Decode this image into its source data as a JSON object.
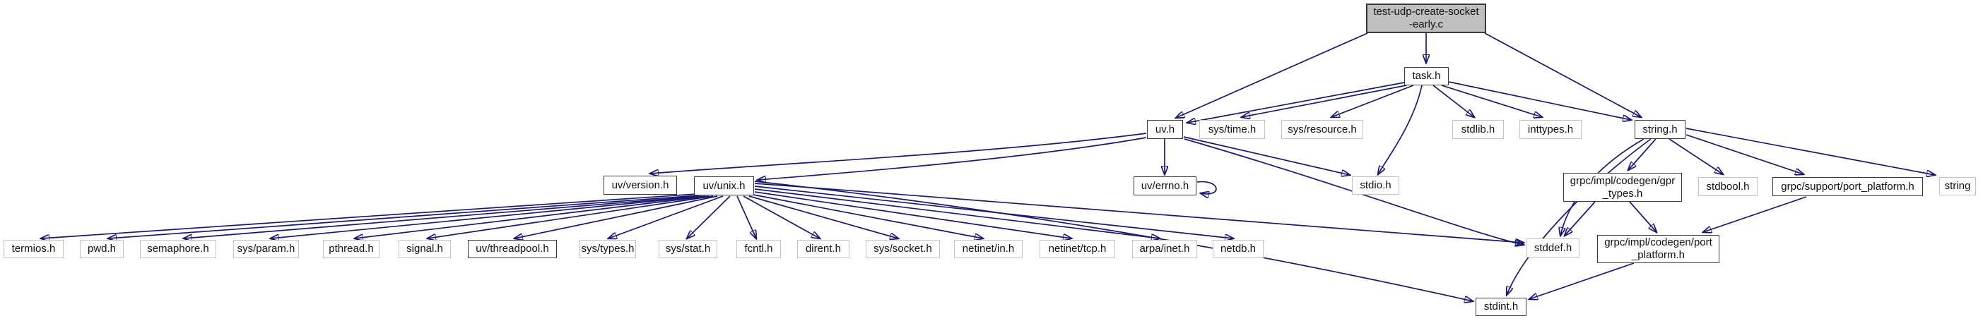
{
  "diagram": {
    "kind": "include-dependency-graph",
    "root_file": "test-udp-create-socket-early.c"
  },
  "colors": {
    "edge": "#191970",
    "node_fill": "#ffffff",
    "root_fill": "#bfbfbf",
    "border_internal": "#3a3a3a",
    "border_external": "#c2c2c2",
    "text": "#111111",
    "background": "#ffffff"
  },
  "nodes": [
    {
      "id": "test-udp-create-socket-early.c",
      "line1": "test-udp-create-socket",
      "line2": "-early.c",
      "kind": "root"
    },
    {
      "id": "task.h",
      "label": "task.h",
      "kind": "internal"
    },
    {
      "id": "uv.h",
      "label": "uv.h",
      "kind": "internal"
    },
    {
      "id": "sys/time.h",
      "label": "sys/time.h",
      "kind": "external"
    },
    {
      "id": "sys/resource.h",
      "label": "sys/resource.h",
      "kind": "external"
    },
    {
      "id": "stdlib.h",
      "label": "stdlib.h",
      "kind": "external"
    },
    {
      "id": "inttypes.h",
      "label": "inttypes.h",
      "kind": "external"
    },
    {
      "id": "string.h",
      "label": "string.h",
      "kind": "internal"
    },
    {
      "id": "uv/version.h",
      "label": "uv/version.h",
      "kind": "internal"
    },
    {
      "id": "uv/unix.h",
      "label": "uv/unix.h",
      "kind": "internal"
    },
    {
      "id": "uv/errno.h",
      "label": "uv/errno.h",
      "kind": "internal"
    },
    {
      "id": "stdio.h",
      "label": "stdio.h",
      "kind": "external"
    },
    {
      "id": "grpc/impl/codegen/gpr_types.h",
      "line1": "grpc/impl/codegen/gpr",
      "line2": "_types.h",
      "kind": "internal"
    },
    {
      "id": "stdbool.h",
      "label": "stdbool.h",
      "kind": "external"
    },
    {
      "id": "grpc/support/port_platform.h",
      "label": "grpc/support/port_platform.h",
      "kind": "internal"
    },
    {
      "id": "string",
      "label": "string",
      "kind": "external"
    },
    {
      "id": "stddef.h",
      "label": "stddef.h",
      "kind": "external"
    },
    {
      "id": "grpc/impl/codegen/port_platform.h",
      "line1": "grpc/impl/codegen/port",
      "line2": "_platform.h",
      "kind": "internal"
    },
    {
      "id": "stdint.h",
      "label": "stdint.h",
      "kind": "internal"
    },
    {
      "id": "termios.h",
      "label": "termios.h",
      "kind": "external"
    },
    {
      "id": "pwd.h",
      "label": "pwd.h",
      "kind": "external"
    },
    {
      "id": "semaphore.h",
      "label": "semaphore.h",
      "kind": "external"
    },
    {
      "id": "sys/param.h",
      "label": "sys/param.h",
      "kind": "external"
    },
    {
      "id": "pthread.h",
      "label": "pthread.h",
      "kind": "external"
    },
    {
      "id": "signal.h",
      "label": "signal.h",
      "kind": "external"
    },
    {
      "id": "uv/threadpool.h",
      "label": "uv/threadpool.h",
      "kind": "internal"
    },
    {
      "id": "sys/types.h",
      "label": "sys/types.h",
      "kind": "external"
    },
    {
      "id": "sys/stat.h",
      "label": "sys/stat.h",
      "kind": "external"
    },
    {
      "id": "fcntl.h",
      "label": "fcntl.h",
      "kind": "external"
    },
    {
      "id": "dirent.h",
      "label": "dirent.h",
      "kind": "external"
    },
    {
      "id": "sys/socket.h",
      "label": "sys/socket.h",
      "kind": "external"
    },
    {
      "id": "netinet/in.h",
      "label": "netinet/in.h",
      "kind": "external"
    },
    {
      "id": "netinet/tcp.h",
      "label": "netinet/tcp.h",
      "kind": "external"
    },
    {
      "id": "arpa/inet.h",
      "label": "arpa/inet.h",
      "kind": "external"
    },
    {
      "id": "netdb.h",
      "label": "netdb.h",
      "kind": "external"
    }
  ],
  "edges": [
    {
      "from": "test-udp-create-socket-early.c",
      "to": "task.h"
    },
    {
      "from": "test-udp-create-socket-early.c",
      "to": "uv.h"
    },
    {
      "from": "test-udp-create-socket-early.c",
      "to": "string.h"
    },
    {
      "from": "task.h",
      "to": "uv.h"
    },
    {
      "from": "task.h",
      "to": "sys/time.h"
    },
    {
      "from": "task.h",
      "to": "sys/resource.h"
    },
    {
      "from": "task.h",
      "to": "stdio.h"
    },
    {
      "from": "task.h",
      "to": "stdlib.h"
    },
    {
      "from": "task.h",
      "to": "inttypes.h"
    },
    {
      "from": "task.h",
      "to": "string.h"
    },
    {
      "from": "uv.h",
      "to": "uv/errno.h"
    },
    {
      "from": "uv.h",
      "to": "uv/version.h"
    },
    {
      "from": "uv.h",
      "to": "uv/unix.h"
    },
    {
      "from": "uv.h",
      "to": "stdio.h"
    },
    {
      "from": "uv.h",
      "to": "stddef.h"
    },
    {
      "from": "uv/errno.h",
      "to": "uv/errno.h"
    },
    {
      "from": "uv/unix.h",
      "to": "termios.h"
    },
    {
      "from": "uv/unix.h",
      "to": "pwd.h"
    },
    {
      "from": "uv/unix.h",
      "to": "semaphore.h"
    },
    {
      "from": "uv/unix.h",
      "to": "sys/param.h"
    },
    {
      "from": "uv/unix.h",
      "to": "pthread.h"
    },
    {
      "from": "uv/unix.h",
      "to": "signal.h"
    },
    {
      "from": "uv/unix.h",
      "to": "uv/threadpool.h"
    },
    {
      "from": "uv/unix.h",
      "to": "sys/types.h"
    },
    {
      "from": "uv/unix.h",
      "to": "sys/stat.h"
    },
    {
      "from": "uv/unix.h",
      "to": "fcntl.h"
    },
    {
      "from": "uv/unix.h",
      "to": "dirent.h"
    },
    {
      "from": "uv/unix.h",
      "to": "sys/socket.h"
    },
    {
      "from": "uv/unix.h",
      "to": "netinet/in.h"
    },
    {
      "from": "uv/unix.h",
      "to": "netinet/tcp.h"
    },
    {
      "from": "uv/unix.h",
      "to": "arpa/inet.h"
    },
    {
      "from": "uv/unix.h",
      "to": "netdb.h"
    },
    {
      "from": "uv/unix.h",
      "to": "stddef.h"
    },
    {
      "from": "uv/unix.h",
      "to": "stdint.h"
    },
    {
      "from": "string.h",
      "to": "grpc/impl/codegen/gpr_types.h"
    },
    {
      "from": "string.h",
      "to": "stdbool.h"
    },
    {
      "from": "string.h",
      "to": "grpc/support/port_platform.h"
    },
    {
      "from": "string.h",
      "to": "string"
    },
    {
      "from": "string.h",
      "to": "stddef.h"
    },
    {
      "from": "string.h",
      "to": "stdint.h"
    },
    {
      "from": "grpc/impl/codegen/gpr_types.h",
      "to": "stddef.h"
    },
    {
      "from": "grpc/impl/codegen/gpr_types.h",
      "to": "grpc/impl/codegen/port_platform.h"
    },
    {
      "from": "grpc/support/port_platform.h",
      "to": "grpc/impl/codegen/port_platform.h"
    },
    {
      "from": "grpc/impl/codegen/port_platform.h",
      "to": "stdint.h"
    }
  ]
}
